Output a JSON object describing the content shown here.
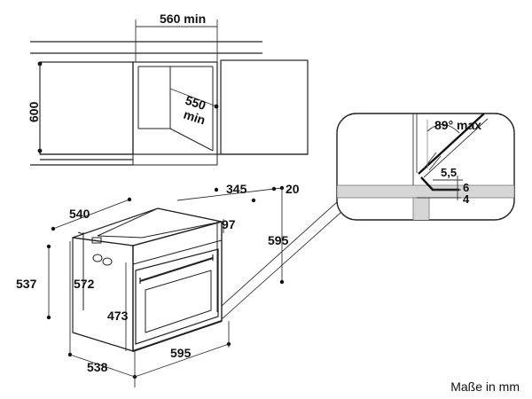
{
  "dimensions": {
    "niche_width": "560 min",
    "niche_height": "600",
    "niche_depth_line1": "550",
    "niche_depth_line2": "min",
    "total_depth": "540",
    "top_depth": "345",
    "rear_offset": "20",
    "front_panel": "97",
    "oven_height": "595",
    "side_height": "537",
    "body_height": "572",
    "door_height": "473",
    "bottom_depth": "538",
    "oven_width": "595",
    "door_angle": "89° max",
    "gap_a": "5,5",
    "gap_b": "6",
    "gap_c": "4"
  },
  "unit_label": "Maße in mm"
}
